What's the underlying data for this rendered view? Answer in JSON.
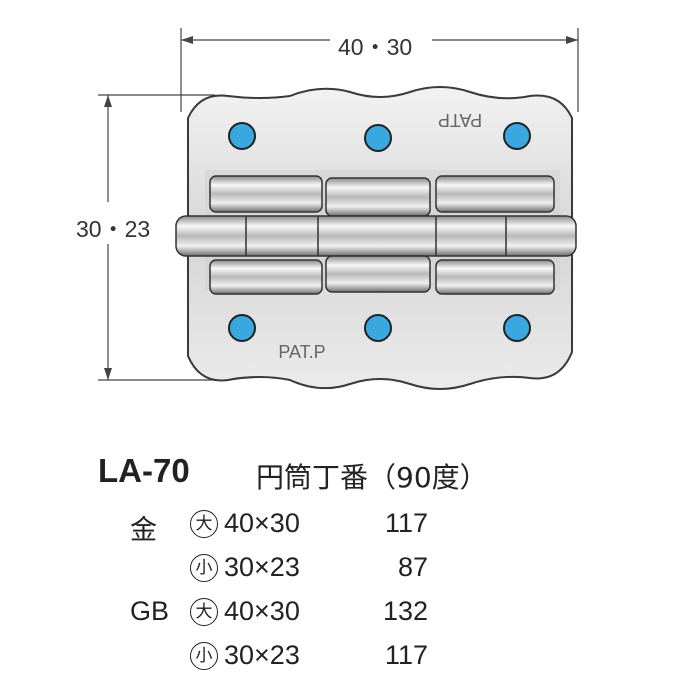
{
  "dimensions": {
    "width": "40・30",
    "height": "30・23"
  },
  "stamps": {
    "top": "PATP",
    "bottom": "PAT.P"
  },
  "product": {
    "code": "LA-70",
    "name": "円筒丁番（90度）"
  },
  "prices": [
    {
      "finish": "金",
      "size_mark": "大",
      "size": "40×30",
      "price": "117"
    },
    {
      "finish": "",
      "size_mark": "小",
      "size": "30×23",
      "price": "87"
    },
    {
      "finish": "GB",
      "size_mark": "大",
      "size": "40×30",
      "price": "132"
    },
    {
      "finish": "",
      "size_mark": "小",
      "size": "30×23",
      "price": "117"
    }
  ],
  "colors": {
    "hole": "#3aa8e0",
    "metal": "#d9d9d9",
    "outline": "#333333"
  }
}
